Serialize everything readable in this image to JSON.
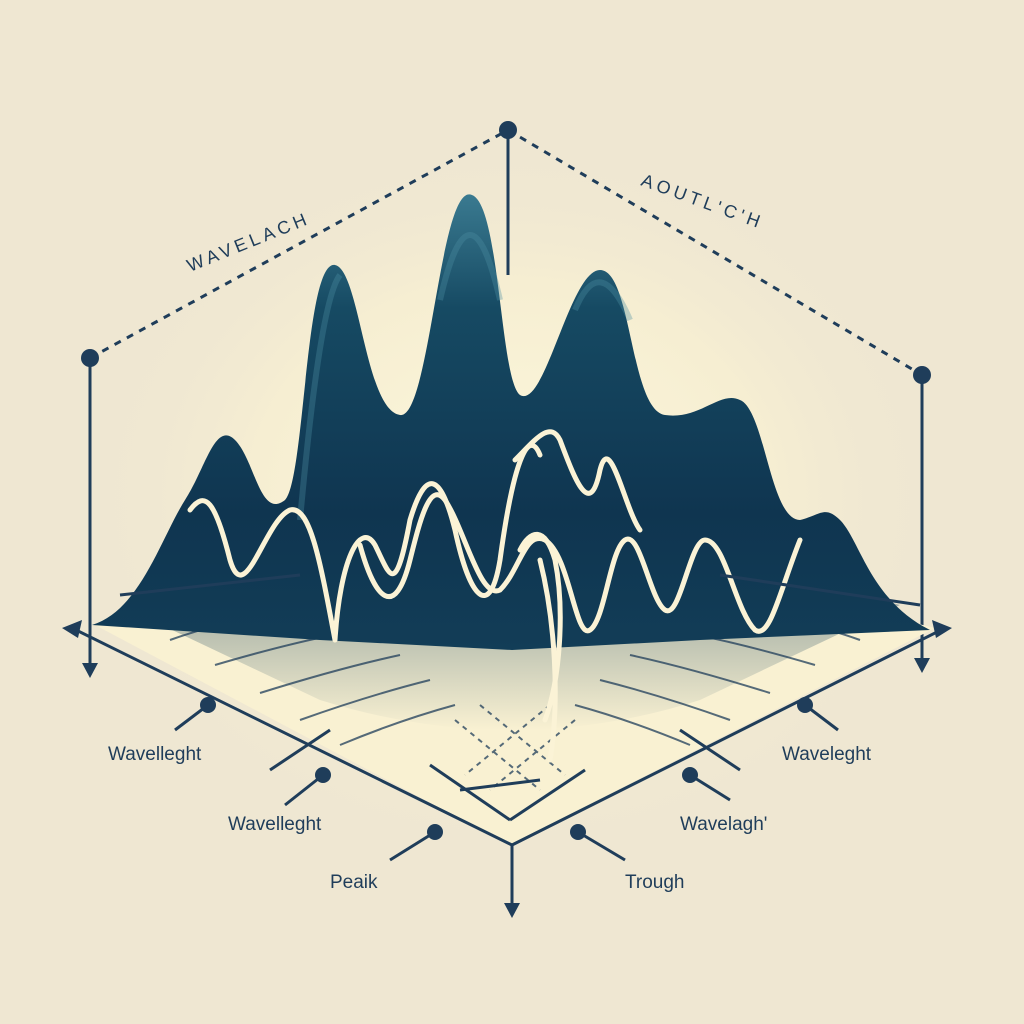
{
  "colors": {
    "background": "#efe7d2",
    "glow": "#fbf5d9",
    "ink": "#1f3d5a",
    "wave_fill": "#123d57",
    "wave_fill_light": "#2d6a82",
    "signal": "#fbf3d6",
    "plane": "#f9f1d2"
  },
  "labels": {
    "top_left": "WAVELACH",
    "top_right": "AOUTL'C'H",
    "left_upper": "Wavelleght",
    "left_lower": "Wavelleght",
    "peak": "Peaik",
    "right_upper": "Waveleght",
    "right_lower": "Wavelagh'",
    "trough": "Trough"
  }
}
